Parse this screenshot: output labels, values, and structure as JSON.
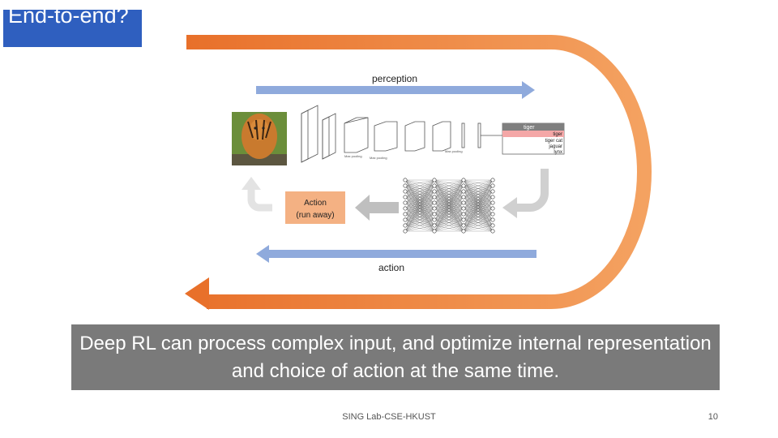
{
  "slide": {
    "title": "End-to-end?",
    "caption": "Deep RL can process complex input, and optimize internal representation and choice of action at the same time.",
    "footer": "SING Lab-CSE-HKUST",
    "page_number": "10"
  },
  "diagram": {
    "perception_label": "perception",
    "action_label": "action",
    "action_box_line1": "Action",
    "action_box_line2": "(run away)",
    "classifier_labels": [
      "tiger",
      "tiger",
      "tiger cat",
      "jaguar",
      "lynx"
    ],
    "colors": {
      "loop_arrow": "#ed7d31",
      "flow_arrow": "#8faadc",
      "action_box": "#f4b183",
      "gray_arrow": "#bfbfbf",
      "highlight_row": "#f4a7a7"
    }
  }
}
